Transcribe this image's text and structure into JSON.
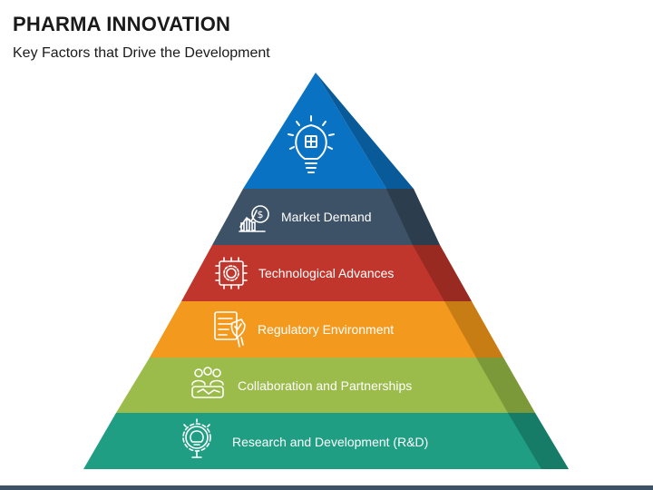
{
  "header": {
    "title": "PHARMA INNOVATION",
    "subtitle": "Key Factors that Drive the Development"
  },
  "pyramid": {
    "apex": {
      "icon": "lightbulb-medical-cross-icon",
      "color": "#0a72c2"
    },
    "layers": [
      {
        "label": "Market Demand",
        "icon": "money-growth-icon",
        "color": "#3d5266"
      },
      {
        "label": "Technological Advances",
        "icon": "chip-gear-icon",
        "color": "#c0362c"
      },
      {
        "label": "Regulatory Environment",
        "icon": "document-check-icon",
        "color": "#f39a1e"
      },
      {
        "label": "Collaboration and Partnerships",
        "icon": "team-handshake-icon",
        "color": "#9bbb4a"
      },
      {
        "label": "Research and Development (R&D)",
        "icon": "gear-bulb-icon",
        "color": "#1f9e83"
      }
    ]
  },
  "colors": {
    "bottom_bar": "#3d5266"
  }
}
